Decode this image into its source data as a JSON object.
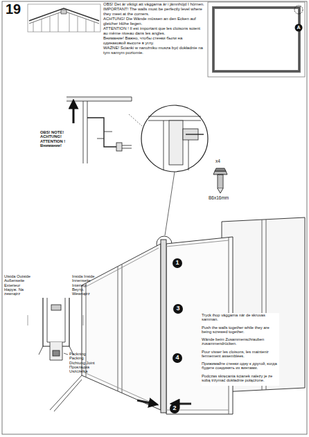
{
  "diagram": {
    "labels": [
      "19",
      "OBS! Det är viktigt att väggarna är i jämnhöjd I hörnen.",
      "IMPORTANT! The walls must be perfectly level where they meet at the corners.",
      "ACHTUNG! Die Wände müssen an den Ecken auf gleicher Höhe liegen.",
      "ATTENTION ! Il est important que les cloisons soient au même niveau dans les angles.",
      "Внимание! Важно, чтобы стенки были на одинаковой высоте в углу.",
      "WAŻNE! Ścianki w narożniku musza być dokładnie na tym samym poziomie.",
      "A",
      "OBS! NOTE! ACHTUNG! ATTENTION ! Внимание!",
      "x4",
      "B6x16mm",
      "Utsida Outside Außenseite Exterieur Наруж. Na zewnątrz",
      "Insida Inside Innenseite Intérieur Внутр. Wewnątrz",
      "Packning Packing Dichtung Joint Прокладка Uszczelka",
      "1",
      "3",
      "4",
      "2",
      "Tryck ihop väggarna när de skruvas samman.",
      "Push the walls together while they are being screwed together.",
      "Wände beim Zusammenschrauben zusammendrücken.",
      "Pour visser les cloisons, les maintenir fermement assemblées.",
      "Прижимайте стенки одну к другой, когда будете соединять их винтами.",
      "Podczas skręcania ścianek należy je ze sobą trzymać dokładnie połączone."
    ]
  }
}
